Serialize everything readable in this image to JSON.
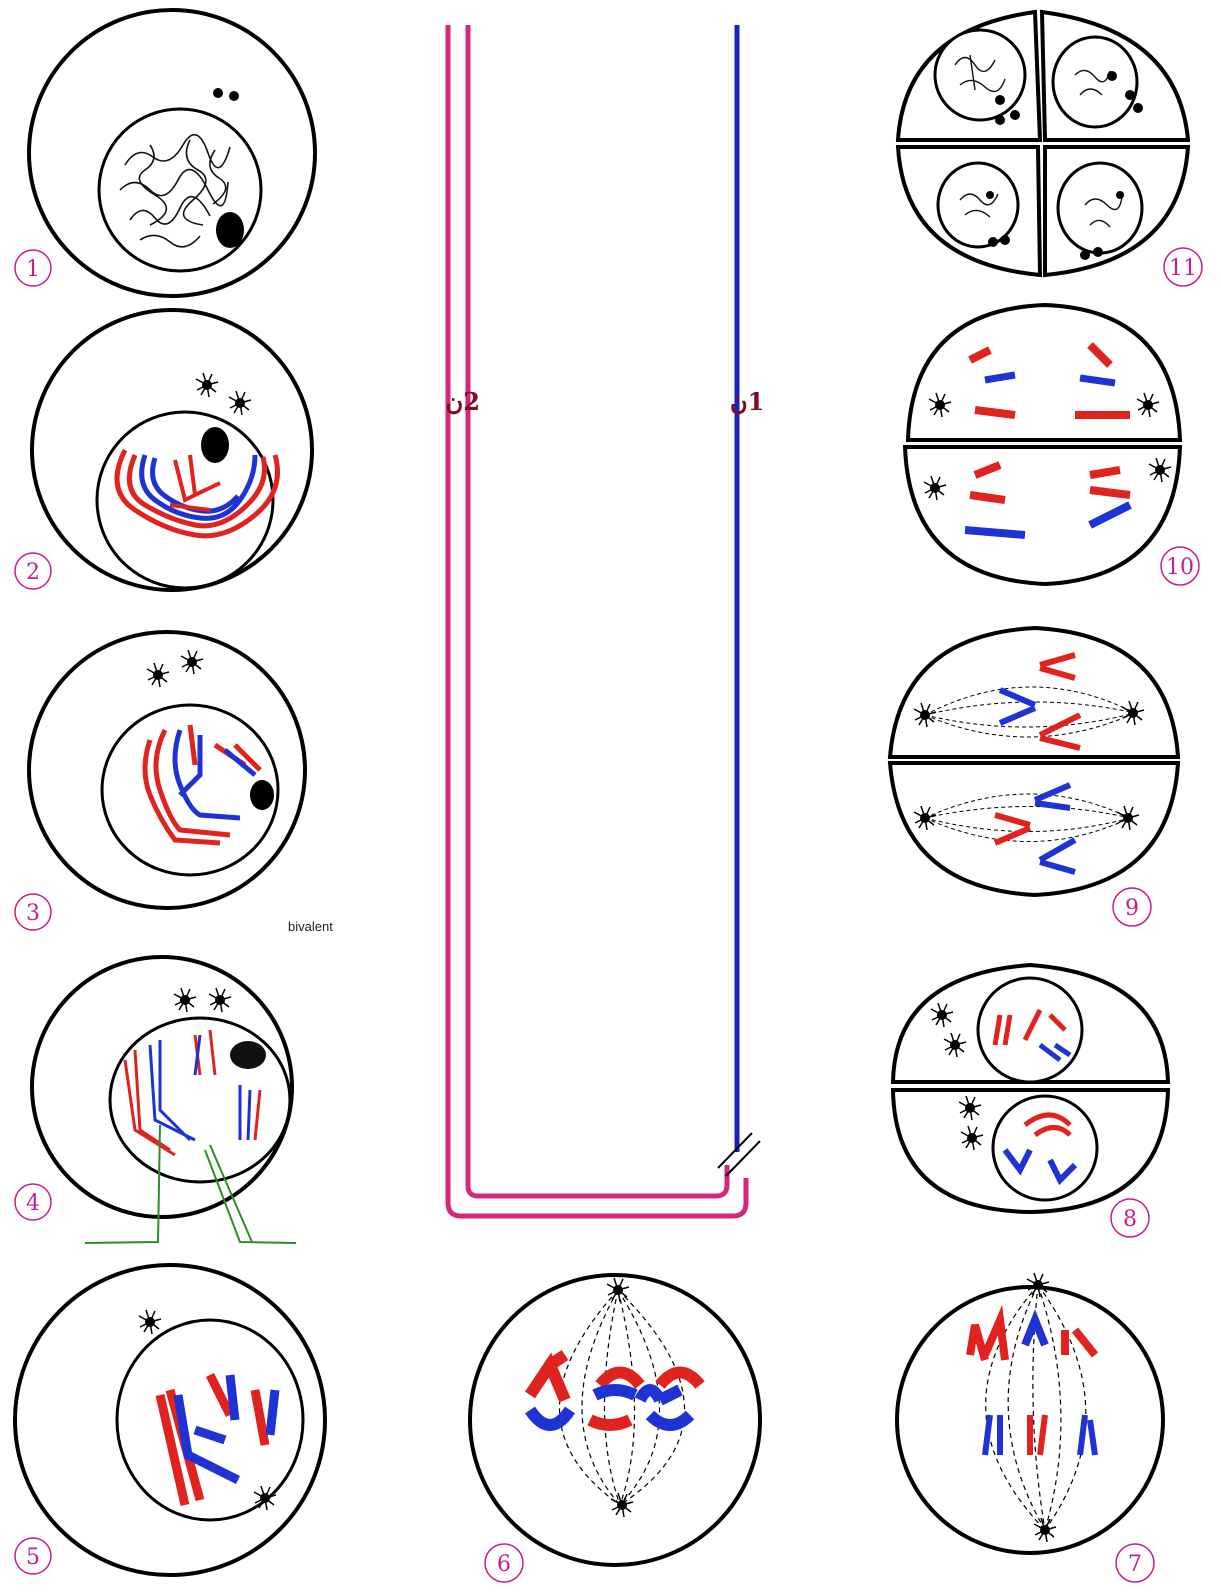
{
  "colors": {
    "chromosome_a": "#e0231f",
    "chromosome_b": "#1f33d4",
    "line_2n": "#d4267a",
    "line_1n": "#1b22b8",
    "circle_label": "#c71d8c",
    "callout": "#2e8b2e",
    "ploidy_text": "#7a0e22"
  },
  "ploidy_labels": {
    "diploid": "2ن",
    "haploid": "1ن"
  },
  "stages": [
    {
      "num": "1"
    },
    {
      "num": "2"
    },
    {
      "num": "3"
    },
    {
      "num": "4"
    },
    {
      "num": "5"
    },
    {
      "num": "6"
    },
    {
      "num": "7"
    },
    {
      "num": "8"
    },
    {
      "num": "9"
    },
    {
      "num": "10"
    },
    {
      "num": "11"
    }
  ],
  "annotation": "bivalent"
}
